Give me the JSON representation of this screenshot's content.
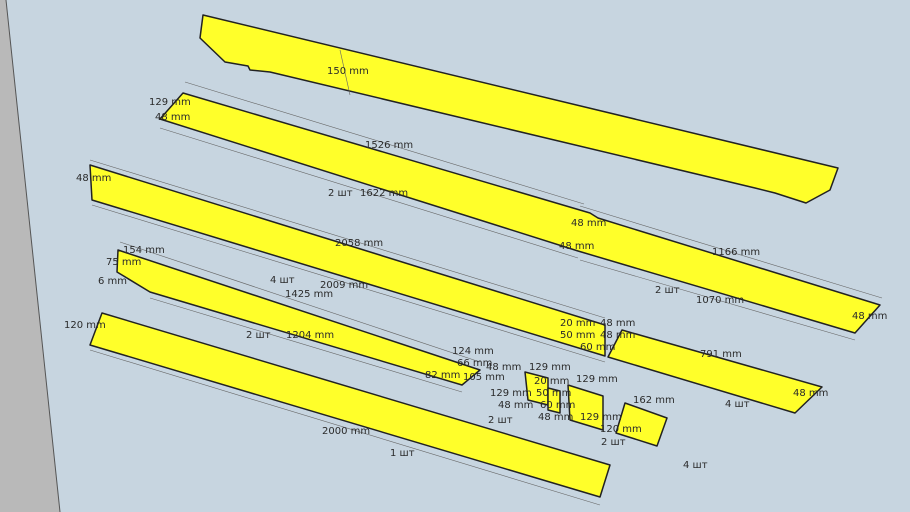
{
  "colors": {
    "background": "#c7d5e0",
    "board": "#ffff2a",
    "edge": "#222222",
    "side": "#b9b9b9"
  },
  "labels": {
    "b1_width": "150 mm",
    "b2_w1": "129 mm",
    "b2_w2": "48 mm",
    "b2_len": "1526 mm",
    "b2_count": "2 шт",
    "b2_len2": "1622 mm",
    "b2_mid1": "48 mm",
    "b2_mid2": "48 mm",
    "b3_len": "1166 mm",
    "b3_count": "2 шт",
    "b3_len2": "1070 mm",
    "b3_end": "48 mm",
    "b4_w": "48 mm",
    "b4_len": "2058 mm",
    "b4_count": "4 шт",
    "b4_len2": "2009 mm",
    "b5_154": "154 mm",
    "b5_75": "75 mm",
    "b5_6": "6 mm",
    "b5_len": "1425 mm",
    "b5_count": "2 шт",
    "b5_len2": "1204 mm",
    "b5_124": "124 mm",
    "b5_66": "66 mm",
    "b5_82": "82 mm",
    "b5_105": "105 mm",
    "b6_w": "120 mm",
    "b6_len": "2000 mm",
    "b6_count": "1 шт",
    "j_20": "20 mm",
    "j_48a": "48 mm",
    "j_50": "50 mm",
    "j_48b": "48 mm",
    "j_60": "60 mm",
    "b7_len": "791 mm",
    "b7_count": "4 шт",
    "b7_end": "48 mm",
    "s_129a": "129 mm",
    "s_48a": "48 mm",
    "s_129b": "129 mm",
    "s_20": "20 mm",
    "s_50": "50 mm",
    "s_48b": "48 mm",
    "s_60": "60 mm",
    "s_48c": "48 mm",
    "s_count1": "2 шт",
    "s_129c": "129 mm",
    "s_129d": "129 mm",
    "s_120": "120 mm",
    "s_count2": "2 шт",
    "s_162": "162 mm",
    "s_count3": "4 шт"
  }
}
